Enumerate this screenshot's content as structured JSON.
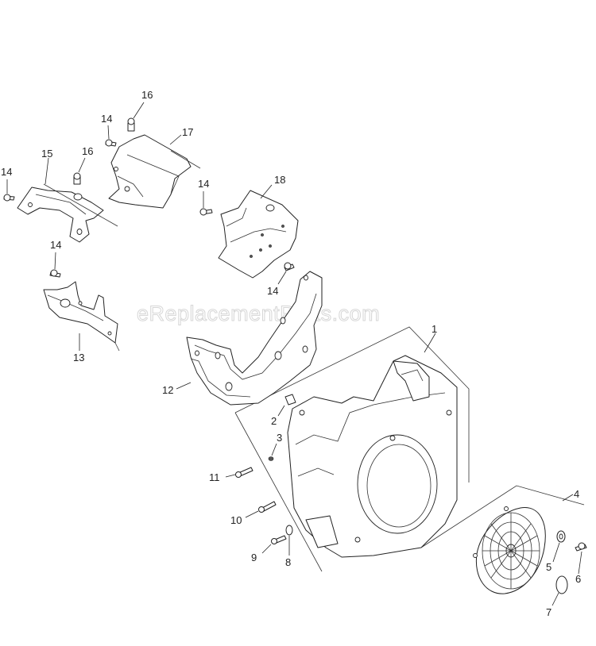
{
  "watermark": "eReplacementParts.com",
  "callouts": {
    "c1": "1",
    "c2": "2",
    "c3": "3",
    "c4": "4",
    "c5": "5",
    "c6": "6",
    "c7": "7",
    "c8": "8",
    "c9": "9",
    "c10": "10",
    "c11": "11",
    "c12": "12",
    "c13": "13",
    "c14a": "14",
    "c14b": "14",
    "c14c": "14",
    "c14d": "14",
    "c14e": "14",
    "c15": "15",
    "c16a": "16",
    "c16b": "16",
    "c17": "17",
    "c18": "18"
  }
}
